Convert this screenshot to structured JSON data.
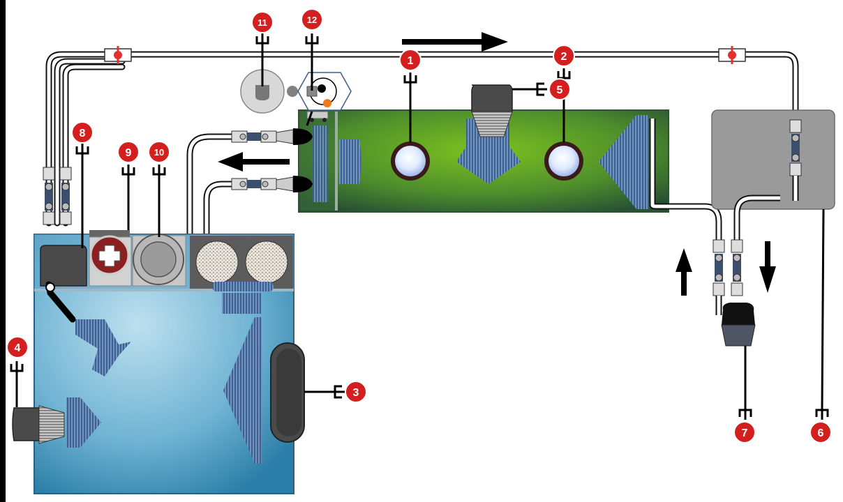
{
  "colors": {
    "marker_fill": "#d41f1f",
    "marker_stroke": "#ffffff",
    "sump_tank": "#2f8db8",
    "display_tank": "#4d8a2a",
    "refugium": "#9a9a9a",
    "pipe": "#222222",
    "valve_red": "#e03030"
  },
  "markers": [
    {
      "id": "1",
      "label": "1"
    },
    {
      "id": "2",
      "label": "2"
    },
    {
      "id": "3",
      "label": "3"
    },
    {
      "id": "4",
      "label": "4"
    },
    {
      "id": "5",
      "label": "5"
    },
    {
      "id": "6",
      "label": "6"
    },
    {
      "id": "7",
      "label": "7"
    },
    {
      "id": "8",
      "label": "8"
    },
    {
      "id": "9",
      "label": "9"
    },
    {
      "id": "10",
      "label": "10"
    },
    {
      "id": "11",
      "label": "11"
    },
    {
      "id": "12",
      "label": "12"
    }
  ],
  "icons": {
    "flow_arrow": "arrow-icon",
    "plug": "plug-icon",
    "valve": "valve-icon",
    "union": "union-icon",
    "pump": "pump-icon",
    "sensor": "sensor-icon"
  }
}
